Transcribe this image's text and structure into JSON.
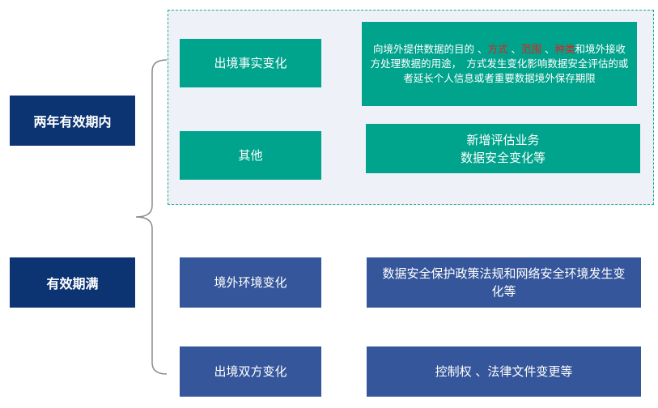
{
  "categories": {
    "within_two_years": "两年有效期内",
    "expired": "有效期满"
  },
  "within_two_years": {
    "item1": {
      "label": "出境事实变化",
      "description": {
        "part1": "向境外提供数据的目的 、",
        "h1": "方式",
        "sep1": " 、",
        "h2": "范围",
        "sep2": " 、",
        "h3": "种类",
        "part2": "和境外接收方处理数据的用途，　方式发生变化影响数据安全评估的或者延长个人信息或者重要数据境外保存期限"
      }
    },
    "item2": {
      "label": "其他",
      "description_line1": "新增评估业务",
      "description_line2": "数据安全变化等"
    }
  },
  "expired": {
    "item1": {
      "label": "境外环境变化",
      "description": "数据安全保护政策法规和网络安全环境发生变化等"
    },
    "item2": {
      "label": "出境双方变化",
      "description": "控制权 、法律文件变更等"
    }
  },
  "colors": {
    "category_bg": "#0d3472",
    "teal": "#00a38c",
    "navy": "#35569a",
    "highlight": "#e02020",
    "panel_bg": "#eef1f7",
    "panel_border": "#1aa896",
    "bracket": "#8c8c8c"
  }
}
